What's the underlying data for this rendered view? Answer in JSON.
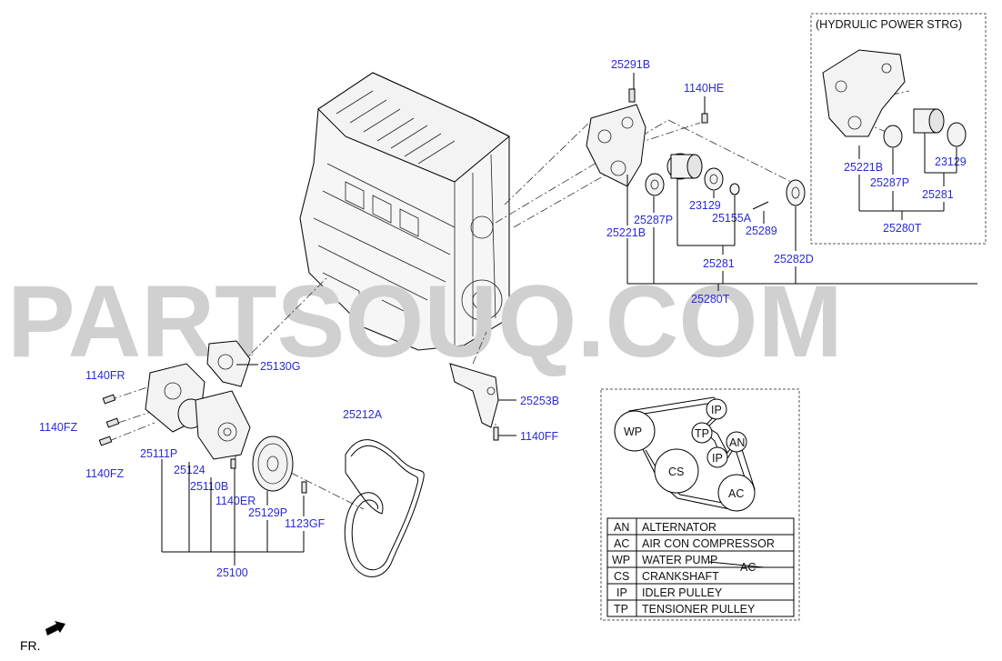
{
  "watermark": "PARTSOUQ.COM",
  "hydraulic_label": "(HYDRULIC POWER STRG)",
  "front_label": "FR.",
  "parts": {
    "p25291B": "25291B",
    "p1140HE": "1140HE",
    "p25287P": "25287P",
    "p25221B": "25221B",
    "p23129": "23129",
    "p25155A": "25155A",
    "p25289": "25289",
    "p25281": "25281",
    "p25282D": "25282D",
    "p25280T": "25280T",
    "h25221B": "25221B",
    "h25287P": "25287P",
    "h23129": "23129",
    "h25281": "25281",
    "h25280T": "25280T",
    "p25130G": "25130G",
    "p1140FR": "1140FR",
    "p1140FZa": "1140FZ",
    "p1140FZb": "1140FZ",
    "p25111P": "25111P",
    "p25124": "25124",
    "p25110B": "25110B",
    "p1140ER": "1140ER",
    "p25129P": "25129P",
    "p1123GF": "1123GF",
    "p25100": "25100",
    "p25212A": "25212A",
    "p25253B": "25253B",
    "p1140FF": "1140FF"
  },
  "belt_diagram": {
    "pulleys": [
      "WP",
      "IP",
      "TP",
      "IP",
      "AN",
      "CS",
      "AC"
    ],
    "stray_label": "AC"
  },
  "legend": [
    {
      "code": "AN",
      "desc": "ALTERNATOR"
    },
    {
      "code": "AC",
      "desc": "AIR CON COMPRESSOR"
    },
    {
      "code": "WP",
      "desc": "WATER PUMP"
    },
    {
      "code": "CS",
      "desc": "CRANKSHAFT"
    },
    {
      "code": "IP",
      "desc": "IDLER PULLEY"
    },
    {
      "code": "TP",
      "desc": "TENSIONER PULLEY"
    }
  ]
}
